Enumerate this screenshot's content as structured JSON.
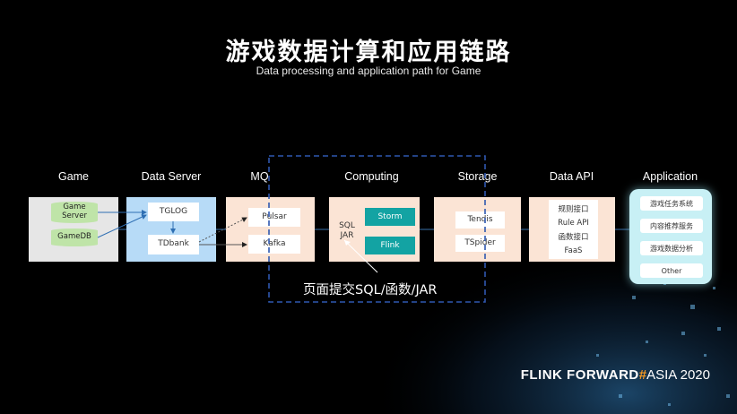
{
  "title": "游戏数据计算和应用链路",
  "subtitle": "Data processing and application path for Game",
  "stages": {
    "game": "Game",
    "data_server": "Data Server",
    "mq": "MQ",
    "computing": "Computing",
    "storage": "Storage",
    "data_api": "Data API",
    "application": "Application"
  },
  "game_nodes": {
    "server": "Game Server",
    "db": "GameDB"
  },
  "data_server_nodes": {
    "tglog": "TGLOG",
    "tdbank": "TDbank"
  },
  "mq_nodes": {
    "pulsar": "Pulsar",
    "kafka": "Kafka"
  },
  "computing_nodes": {
    "sql_jar": "SQL JAR",
    "storm": "Storm",
    "flink": "Flink"
  },
  "storage_nodes": {
    "tendis": "Tendis",
    "tspider": "TSpider"
  },
  "api_nodes": [
    "规则接口",
    "Rule API",
    "函数接口",
    "FaaS"
  ],
  "app_nodes": [
    "游戏任务系统",
    "内容推荐服务",
    "游戏数据分析",
    "Other"
  ],
  "annotation": "页面提交SQL/函数/JAR",
  "logo": {
    "part1": "FLINK FORWARD",
    "hash": "#",
    "part2": "ASIA 2020"
  },
  "colors": {
    "game_panel": "#e6e6e6",
    "data_server_panel": "#b7dbf7",
    "mq_panel": "#fbe4d5",
    "computing_panel": "#fbe4d5",
    "storage_panel": "#fbe4d5",
    "api_panel": "#fbe4d5",
    "app_panel": "#c8f0f5",
    "accent": "#f59a23",
    "teal": "#13a3a3",
    "dash_box": "#2f58b0"
  }
}
